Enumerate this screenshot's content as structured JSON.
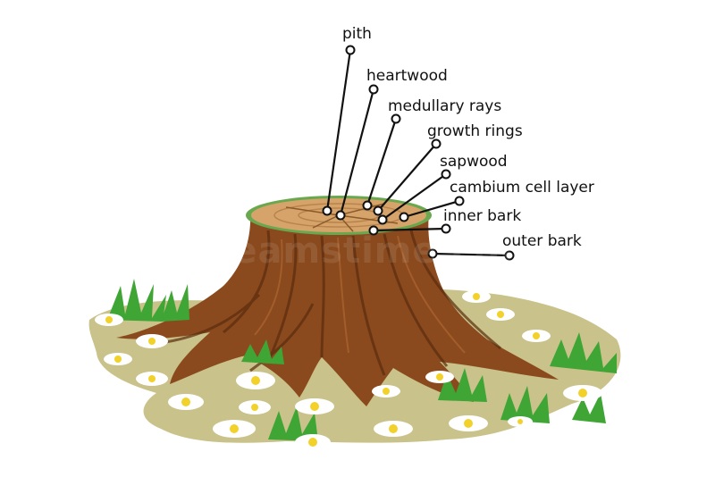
{
  "labels": {
    "pith": "pith",
    "heartwood": "heartwood",
    "medullary_rays": "medullary rays",
    "growth_rings": "growth rings",
    "sapwood": "sapwood",
    "cambium": "cambium cell layer",
    "inner_bark": "inner bark",
    "outer_bark": "outer bark"
  },
  "watermark": "dreamstime.com",
  "colors": {
    "ground": "#c9c28a",
    "bark": "#8a4a1e",
    "bark_dark": "#5a2c0e",
    "cut_wood": "#d6a46a",
    "cambium_ring": "#6aa84f",
    "grass": "#3fa535",
    "daisy_petal": "#ffffff",
    "daisy_center": "#f2d22a",
    "leader_line": "#111111"
  }
}
